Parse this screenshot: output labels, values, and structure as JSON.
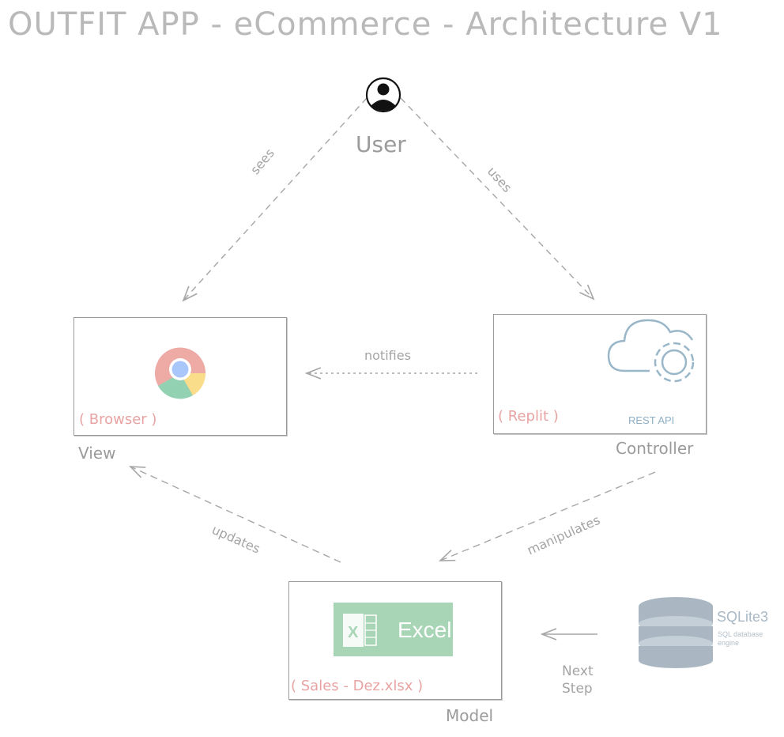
{
  "title": "OUTFIT APP - eCommerce - Architecture V1",
  "nodes": {
    "user": {
      "label": "User"
    },
    "view": {
      "label": "View",
      "tag": "( Browser )"
    },
    "controller": {
      "label": "Controller",
      "tag": "( Replit )",
      "badge": "REST API"
    },
    "model": {
      "label": "Model",
      "tag": "( Sales - Dez.xlsx  )",
      "app": "Excel"
    },
    "sqlite": {
      "name": "SQLite3",
      "subtitle": "SQL database engine",
      "note": "Next Step"
    }
  },
  "edges": {
    "sees": "sees",
    "uses": "uses",
    "notifies": "notifies",
    "updates": "updates",
    "manipulates": "manipulates"
  },
  "colors": {
    "line": "#a6a6a6",
    "accent_red": "#e8a3a3",
    "excel_green": "#a8d5b6",
    "cloud_blue": "#8fb0c4"
  },
  "icons": [
    "user-icon",
    "chrome-icon",
    "cloud-gear-icon",
    "excel-icon",
    "database-icon"
  ]
}
